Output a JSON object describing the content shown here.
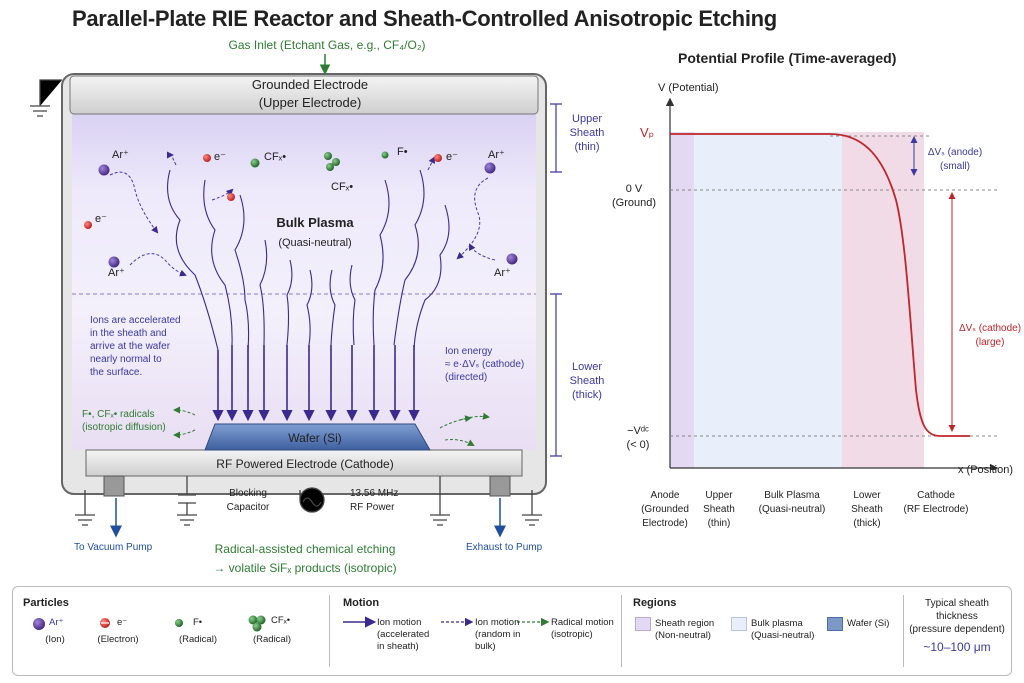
{
  "title": "Parallel-Plate RIE Reactor and Sheath-Controlled Anisotropic Etching",
  "reactor": {
    "gas_inlet": "Gas Inlet (Etchant Gas, e.g., CF₄/O₂)",
    "upper_electrode_1": "Grounded Electrode",
    "upper_electrode_2": "(Upper Electrode)",
    "upper_sheath": [
      "Upper",
      "Sheath",
      "(thin)"
    ],
    "lower_sheath": [
      "Lower",
      "Sheath",
      "(thick)"
    ],
    "bulk_plasma": "Bulk Plasma",
    "bulk_plasma_sub": "(Quasi-neutral)",
    "ion_note": [
      "Ions are accelerated",
      "in the sheath and",
      "arrive at the wafer",
      "nearly normal to",
      "the surface."
    ],
    "ion_energy": [
      "Ion energy",
      "≈ e·ΔVₛ (cathode)",
      "(directed)"
    ],
    "radicals": [
      "F•, CFₓ• radicals",
      "(isotropic diffusion)"
    ],
    "wafer": "Wafer (Si)",
    "cathode": "RF Powered Electrode (Cathode)",
    "blocking_cap": [
      "Blocking",
      "Capacitor"
    ],
    "rf_power": [
      "13.56 MHz",
      "RF Power"
    ],
    "vacuum_pump": "To Vacuum Pump",
    "exhaust": "Exhaust to Pump",
    "chem_note_1": "Radical-assisted chemical etching",
    "chem_note_2": "→ volatile SiFₓ products (isotropic)",
    "species": {
      "ar": "Ar⁺",
      "e": "e⁻",
      "f": "F•",
      "cfx": "CFₓ•"
    }
  },
  "plot": {
    "title": "Potential Profile (Time-averaged)",
    "ylabel": "V (Potential)",
    "xlabel": "x (Position)",
    "vp": "Vₚ",
    "zero": [
      "0 V",
      "(Ground)"
    ],
    "vdc": [
      "−Vᵈᶜ",
      "(< 0)"
    ],
    "dv_anode": [
      "ΔVₛ (anode)",
      "(small)"
    ],
    "dv_cathode": [
      "ΔVₛ (cathode)",
      "(large)"
    ],
    "regions": [
      [
        "Anode",
        "(Grounded",
        "Electrode)"
      ],
      [
        "Upper",
        "Sheath",
        "(thin)"
      ],
      [
        "Bulk Plasma",
        "(Quasi-neutral)"
      ],
      [
        "Lower",
        "Sheath",
        "(thick)"
      ],
      [
        "Cathode",
        "(RF Electrode)"
      ]
    ]
  },
  "legend": {
    "particles_h": "Particles",
    "particles": [
      {
        "sym": "Ar⁺",
        "desc": "(Ion)"
      },
      {
        "sym": "e⁻",
        "desc": "(Electron)"
      },
      {
        "sym": "F•",
        "desc": "(Radical)"
      },
      {
        "sym": "CFₓ•",
        "desc": "(Radical)"
      }
    ],
    "motion_h": "Motion",
    "motion": [
      [
        "Ion motion",
        "(accelerated",
        "in sheath)"
      ],
      [
        "Ion motion",
        "(random in",
        "bulk)"
      ],
      [
        "Radical motion",
        "(isotropic)"
      ]
    ],
    "regions_h": "Regions",
    "regions": [
      [
        "Sheath region",
        "(Non-neutral)"
      ],
      [
        "Bulk plasma",
        "(Quasi-neutral)"
      ],
      [
        "Wafer (Si)"
      ]
    ],
    "thickness": [
      "Typical sheath",
      "thickness",
      "(pressure dependent)"
    ],
    "thickness_val": "~10–100 μm"
  },
  "colors": {
    "ion": "#5b3aa0",
    "electron": "#d32f2f",
    "radical": "#2e7d32",
    "wafer": "#4a6fb0",
    "sheath": "#e3d9f2",
    "bulk": "#e8eefa",
    "curve": "#c0262b"
  }
}
